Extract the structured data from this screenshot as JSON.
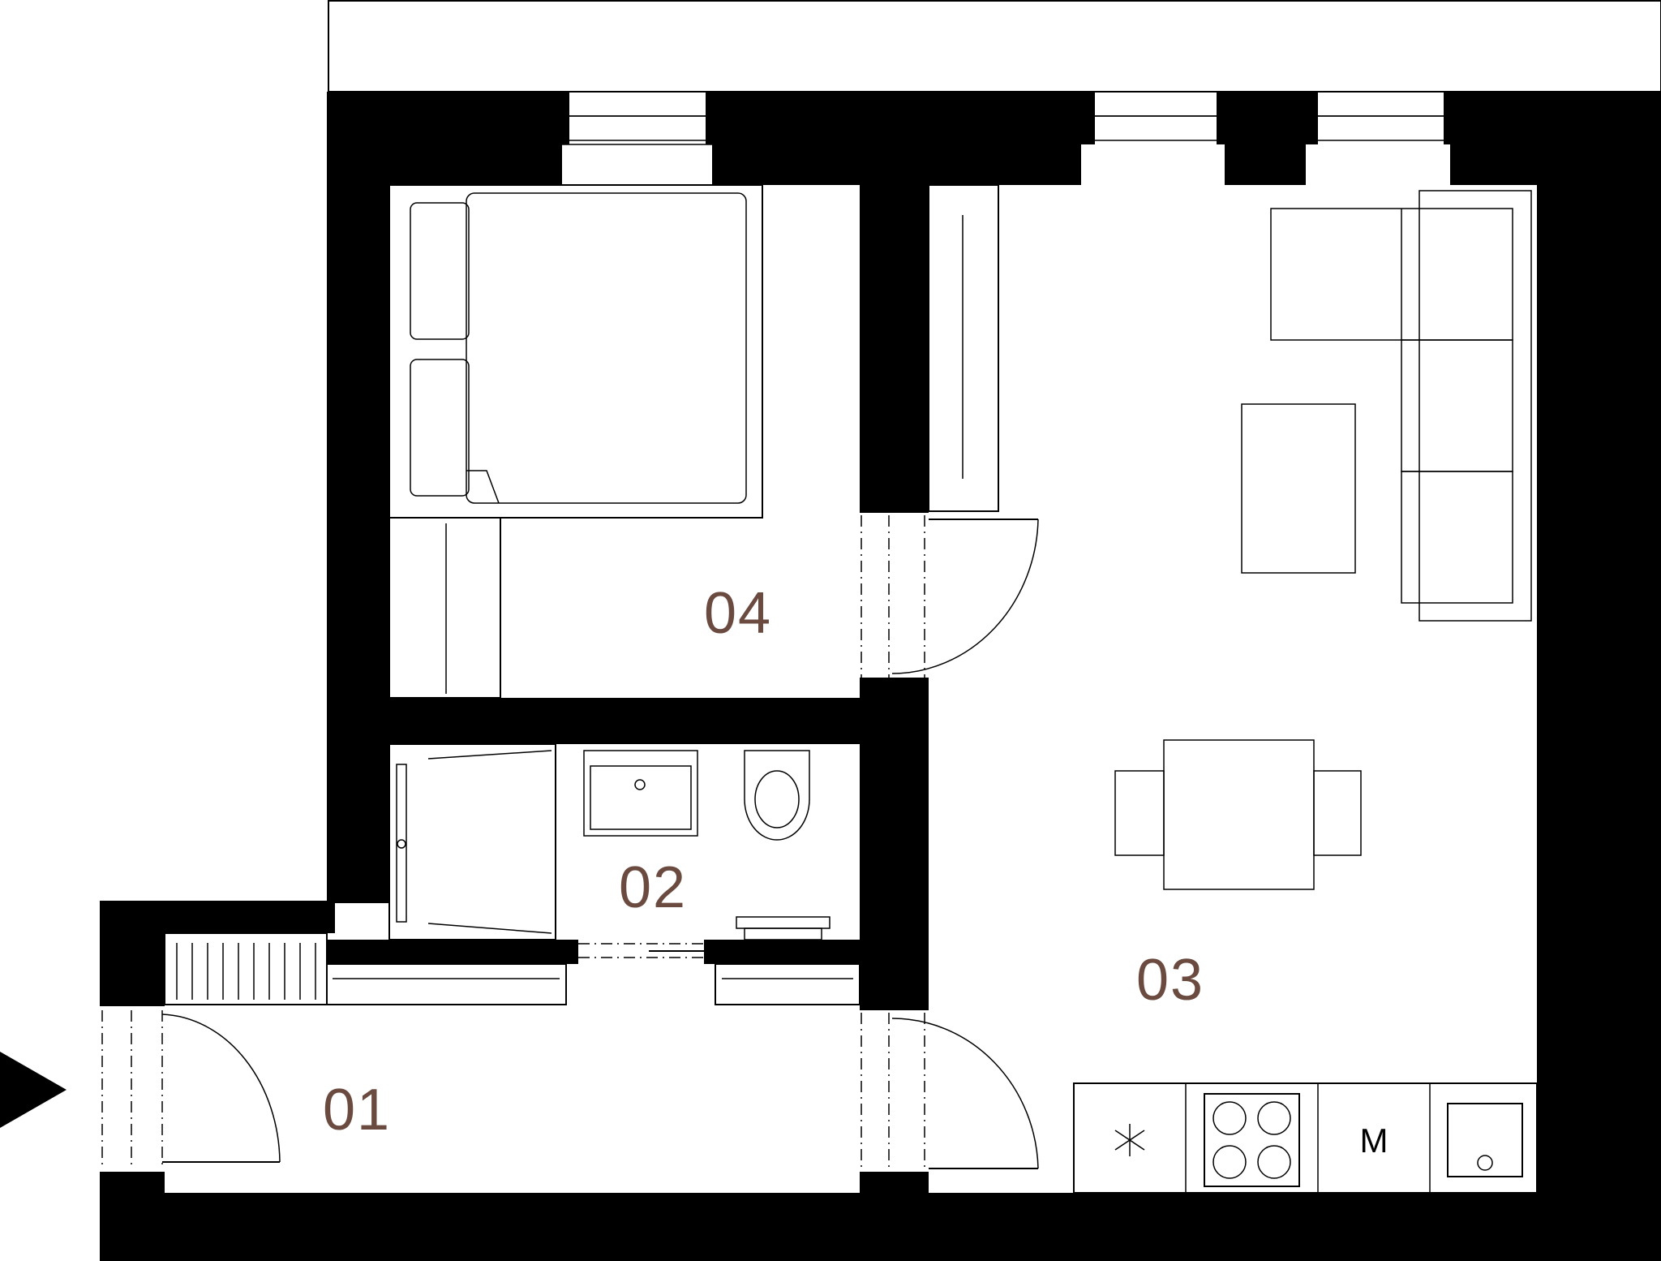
{
  "plan": {
    "label_color": "#6b4a40",
    "wall_color": "#000000",
    "rooms": [
      {
        "id": "01",
        "label": "01"
      },
      {
        "id": "02",
        "label": "02"
      },
      {
        "id": "03",
        "label": "03"
      },
      {
        "id": "04",
        "label": "04"
      }
    ],
    "appliances": {
      "microwave_label": "M"
    },
    "icons": [
      "entrance-arrow-icon",
      "extractor-fan-icon",
      "hob-icon",
      "sink-icon",
      "bed-icon",
      "sofa-icon",
      "toilet-icon",
      "shower-icon",
      "dining-table-icon"
    ]
  }
}
